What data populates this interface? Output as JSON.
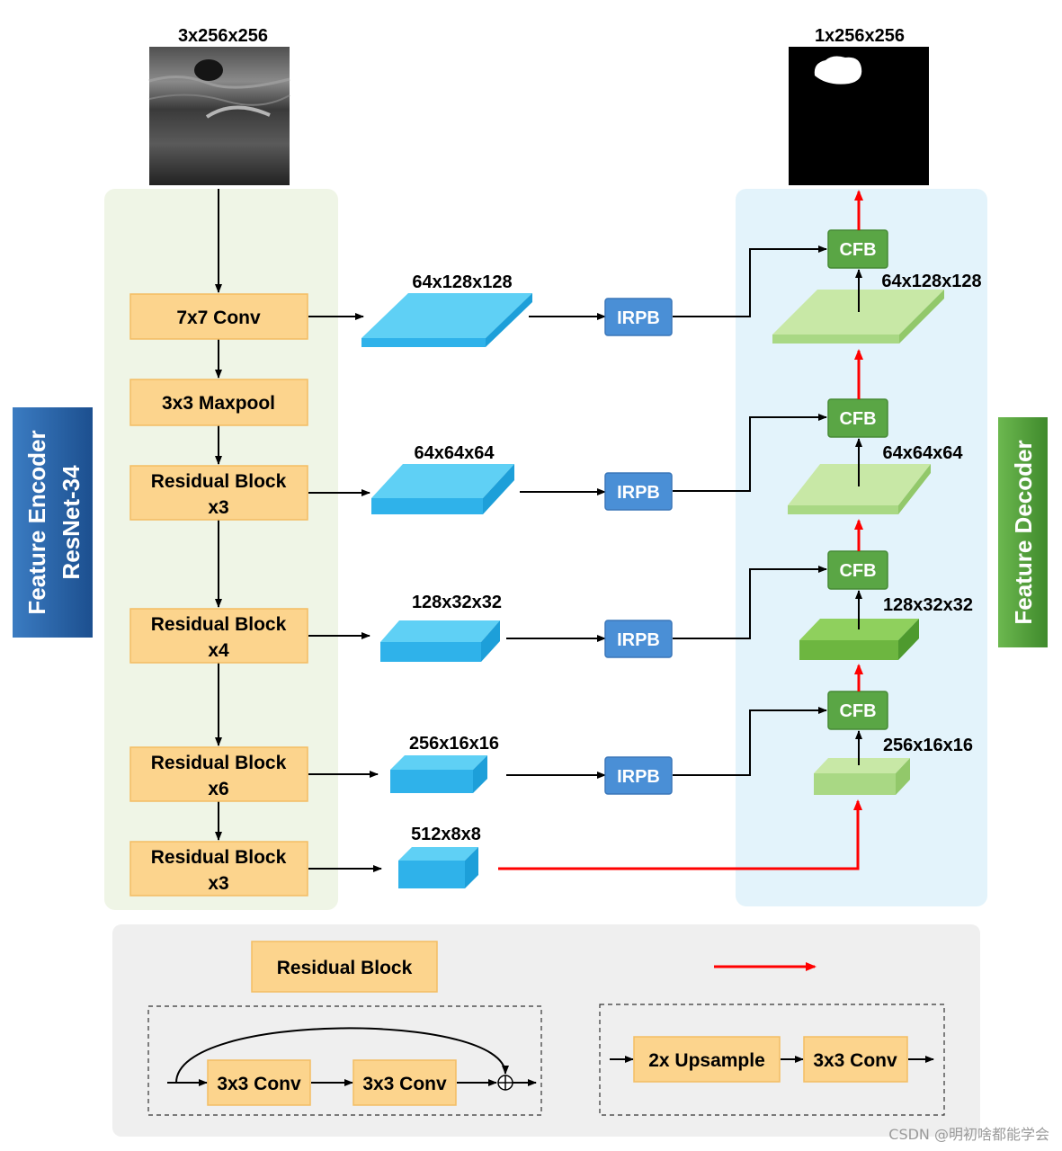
{
  "input_image": {
    "label": "3x256x256"
  },
  "output_image": {
    "label": "1x256x256"
  },
  "encoder": {
    "side_title_1": "Feature Encoder",
    "side_title_2": "ResNet-34",
    "blocks": [
      {
        "line1": "7x7 Conv",
        "line2": ""
      },
      {
        "line1": "3x3 Maxpool",
        "line2": ""
      },
      {
        "line1": "Residual Block",
        "line2": "x3"
      },
      {
        "line1": "Residual Block",
        "line2": "x4"
      },
      {
        "line1": "Residual Block",
        "line2": "x6"
      },
      {
        "line1": "Residual Block",
        "line2": "x3"
      }
    ]
  },
  "features": [
    {
      "label": "64x128x128"
    },
    {
      "label": "64x64x64"
    },
    {
      "label": "128x32x32"
    },
    {
      "label": "256x16x16"
    },
    {
      "label": "512x8x8"
    }
  ],
  "irpb": {
    "label": "IRPB"
  },
  "decoder": {
    "side_title": "Feature Decoder",
    "cfb_label": "CFB",
    "maps": [
      {
        "label": "64x128x128"
      },
      {
        "label": "64x64x64"
      },
      {
        "label": "128x32x32"
      },
      {
        "label": "256x16x16"
      }
    ]
  },
  "legend": {
    "residual_title": "Residual Block",
    "conv_a": "3x3 Conv",
    "conv_b": "3x3 Conv",
    "upsample": "2x Upsample",
    "conv_c": "3x3 Conv"
  },
  "watermark": "CSDN @明初啥都能学会",
  "colors": {
    "encoder_box": "#fcd48d",
    "irpb": "#4a8fd6",
    "cfb": "#5aa645",
    "feature_cube": "#3fc1ef",
    "decoder_map": "#b8e08f",
    "upsample_arrow": "#ff0000",
    "encoder_panel": "#eff5e6",
    "decoder_panel": "#e3f3fb",
    "legend_panel": "#efefef"
  }
}
